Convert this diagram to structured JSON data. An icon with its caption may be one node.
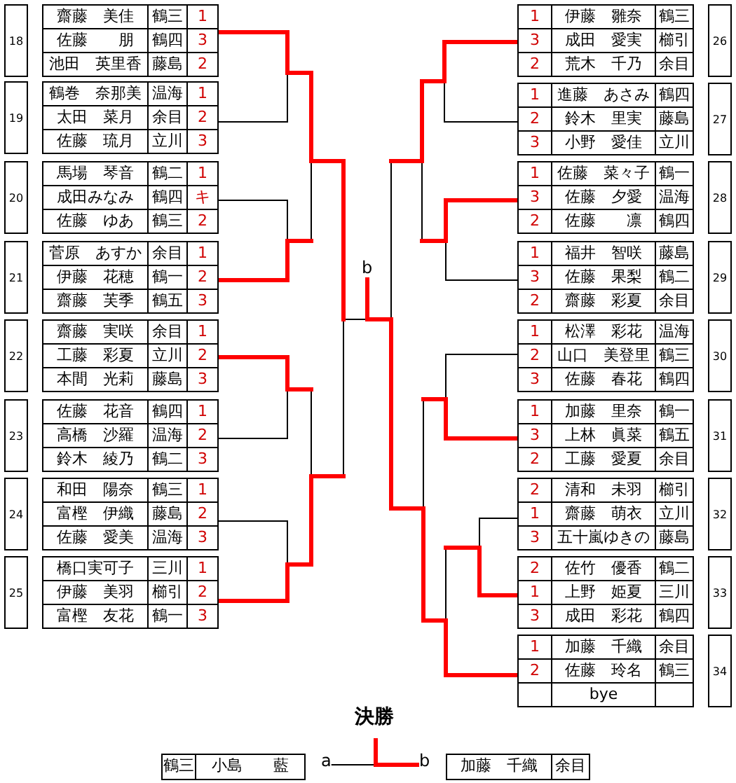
{
  "diagram": {
    "nodes": [
      {
        "text": [
          "18"
        ]
      },
      {
        "text": [
          "齋藤　美佳",
          "鶴三",
          "1"
        ]
      },
      {
        "text": [
          "佐藤　　朋",
          "鶴四",
          "3"
        ]
      },
      {
        "text": [
          "池田　英里香",
          "藤島",
          "2"
        ]
      },
      {
        "text": [
          "19"
        ]
      },
      {
        "text": [
          "鶴巻　奈那美",
          "温海",
          "1"
        ]
      },
      {
        "text": [
          "太田　菜月",
          "余目",
          "2"
        ]
      },
      {
        "text": [
          "佐藤　琉月",
          "立川",
          "3"
        ]
      },
      {
        "text": [
          "20"
        ]
      },
      {
        "text": [
          "馬場　琴音",
          "鶴二",
          "1"
        ]
      },
      {
        "text": [
          "成田みなみ",
          "鶴四",
          "キ"
        ]
      },
      {
        "text": [
          "佐藤　ゆあ",
          "鶴三",
          "2"
        ]
      },
      {
        "text": [
          "21"
        ]
      },
      {
        "text": [
          "菅原　あすか",
          "余目",
          "1"
        ]
      },
      {
        "text": [
          "伊藤　花穂",
          "鶴一",
          "2"
        ]
      },
      {
        "text": [
          "齋藤　芙季",
          "鶴五",
          "3"
        ]
      },
      {
        "text": [
          "22"
        ]
      },
      {
        "text": [
          "齋藤　実咲",
          "余目",
          "1"
        ]
      },
      {
        "text": [
          "工藤　彩夏",
          "立川",
          "2"
        ]
      },
      {
        "text": [
          "本間　光莉",
          "藤島",
          "3"
        ]
      },
      {
        "text": [
          "23"
        ]
      },
      {
        "text": [
          "佐藤　花音",
          "鶴四",
          "1"
        ]
      },
      {
        "text": [
          "高橋　沙羅",
          "温海",
          "2"
        ]
      },
      {
        "text": [
          "鈴木　綾乃",
          "鶴二",
          "3"
        ]
      },
      {
        "text": [
          "24"
        ]
      },
      {
        "text": [
          "和田　陽奈",
          "鶴三",
          "1"
        ]
      },
      {
        "text": [
          "富樫　伊織",
          "藤島",
          "2"
        ]
      },
      {
        "text": [
          "佐藤　愛美",
          "温海",
          "3"
        ]
      },
      {
        "text": [
          "25"
        ]
      },
      {
        "text": [
          "橋口実可子",
          "三川",
          "1"
        ]
      },
      {
        "text": [
          "伊藤　美羽",
          "櫛引",
          "2"
        ]
      },
      {
        "text": [
          "富樫　友花",
          "鶴一",
          "3"
        ]
      },
      {
        "text": [
          "1",
          "伊藤　雛奈",
          "鶴三"
        ]
      },
      {
        "text": [
          "3",
          "成田　愛実",
          "櫛引"
        ]
      },
      {
        "text": [
          "2",
          "荒木　千乃",
          "余目"
        ]
      },
      {
        "text": [
          "26"
        ]
      },
      {
        "text": [
          "1",
          "進藤　あさみ",
          "鶴四"
        ]
      },
      {
        "text": [
          "2",
          "鈴木　里実",
          "藤島"
        ]
      },
      {
        "text": [
          "3",
          "小野　愛佳",
          "立川"
        ]
      },
      {
        "text": [
          "27"
        ]
      },
      {
        "text": [
          "1",
          "佐藤　菜々子",
          "鶴一"
        ]
      },
      {
        "text": [
          "3",
          "佐藤　夕愛",
          "温海"
        ]
      },
      {
        "text": [
          "2",
          "佐藤　　凛",
          "鶴四"
        ]
      },
      {
        "text": [
          "28"
        ]
      },
      {
        "text": [
          "1",
          "福井　智咲",
          "藤島"
        ]
      },
      {
        "text": [
          "3",
          "佐藤　果梨",
          "鶴二"
        ]
      },
      {
        "text": [
          "2",
          "齋藤　彩夏",
          "余目"
        ]
      },
      {
        "text": [
          "29"
        ]
      },
      {
        "text": [
          "1",
          "松澤　彩花",
          "温海"
        ]
      },
      {
        "text": [
          "2",
          "山口　美登里",
          "鶴三"
        ]
      },
      {
        "text": [
          "3",
          "佐藤　春花",
          "鶴四"
        ]
      },
      {
        "text": [
          "30"
        ]
      },
      {
        "text": [
          "1",
          "加藤　里奈",
          "鶴一"
        ]
      },
      {
        "text": [
          "3",
          "上林　眞菜",
          "鶴五"
        ]
      },
      {
        "text": [
          "2",
          "工藤　愛夏",
          "余目"
        ]
      },
      {
        "text": [
          "31"
        ]
      },
      {
        "text": [
          "2",
          "清和　未羽",
          "櫛引"
        ]
      },
      {
        "text": [
          "1",
          "齋藤　萌衣",
          "立川"
        ]
      },
      {
        "text": [
          "3",
          "五十嵐ゆきの",
          "藤島"
        ]
      },
      {
        "text": [
          "32"
        ]
      },
      {
        "text": [
          "2",
          "佐竹　優香",
          "鶴二"
        ]
      },
      {
        "text": [
          "1",
          "上野　姫夏",
          "三川"
        ]
      },
      {
        "text": [
          "3",
          "成田　彩花",
          "鶴四"
        ]
      },
      {
        "text": [
          "33"
        ]
      },
      {
        "text": [
          "1",
          "加藤　千織",
          "余目"
        ]
      },
      {
        "text": [
          "2",
          "佐藤　玲名",
          "鶴三"
        ]
      },
      {
        "text": [
          "bye"
        ]
      },
      {
        "text": [
          "34"
        ]
      },
      {
        "text": [
          "b"
        ]
      },
      {
        "text": [
          "鶴三",
          "小島　　藍"
        ]
      },
      {
        "text": [
          "a"
        ]
      },
      {
        "text": [
          "b"
        ]
      },
      {
        "text": [
          "加藤　千織",
          "余目"
        ]
      }
    ],
    "edges": [
      {
        "from": 70,
        "to": 71,
        "arrow": "none"
      },
      {
        "from": 2,
        "to": 68,
        "arrow": "none"
      },
      {
        "from": 68,
        "to": 6,
        "arrow": "none"
      },
      {
        "from": 10,
        "to": 68,
        "arrow": "none"
      },
      {
        "from": 68,
        "to": 14,
        "arrow": "none"
      },
      {
        "from": 18,
        "to": 68,
        "arrow": "none",
        "color": "#000000"
      },
      {
        "from": 68,
        "to": 22,
        "arrow": "none",
        "color": "#000000"
      },
      {
        "from": 26,
        "to": 68,
        "arrow": "none",
        "color": "#000000"
      },
      {
        "from": 68,
        "to": 30,
        "arrow": "none",
        "color": "#000000"
      },
      {
        "from": 33,
        "to": 68,
        "arrow": "none",
        "color": "#000000"
      },
      {
        "from": 68,
        "to": 37,
        "arrow": "none",
        "color": "#000000"
      },
      {
        "from": 41,
        "to": 68,
        "arrow": "none",
        "color": "#000000"
      },
      {
        "from": 68,
        "to": 45,
        "arrow": "none",
        "color": "#000000"
      },
      {
        "from": 49,
        "to": 68,
        "arrow": "none"
      },
      {
        "from": 68,
        "to": 53,
        "arrow": "none"
      },
      {
        "from": 57,
        "to": 68,
        "arrow": "none"
      },
      {
        "from": 68,
        "to": 61,
        "arrow": "none"
      },
      {
        "from": 65,
        "to": 68,
        "arrow": "none"
      }
    ],
    "labels": [
      "決勝"
    ]
  }
}
